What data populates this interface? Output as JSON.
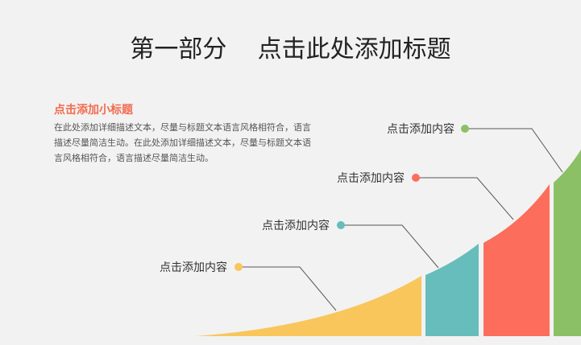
{
  "title": {
    "part": "第一部分",
    "text": "点击此处添加标题"
  },
  "subtitle": "点击添加小标题",
  "body": "在此处添加详细描述文本，尽量与标题文本语言风格相符合，语言描述尽量简洁生动。在此处添加详细描述文本，尽量与标题文本语言风格相符合，语言描述尽量简洁生动。",
  "items": [
    {
      "label": "点击添加内容",
      "color": "#f9c65c"
    },
    {
      "label": "点击添加内容",
      "color": "#66bdbb"
    },
    {
      "label": "点击添加内容",
      "color": "#fc6d5b"
    },
    {
      "label": "点击添加内容",
      "color": "#8cc067"
    }
  ]
}
